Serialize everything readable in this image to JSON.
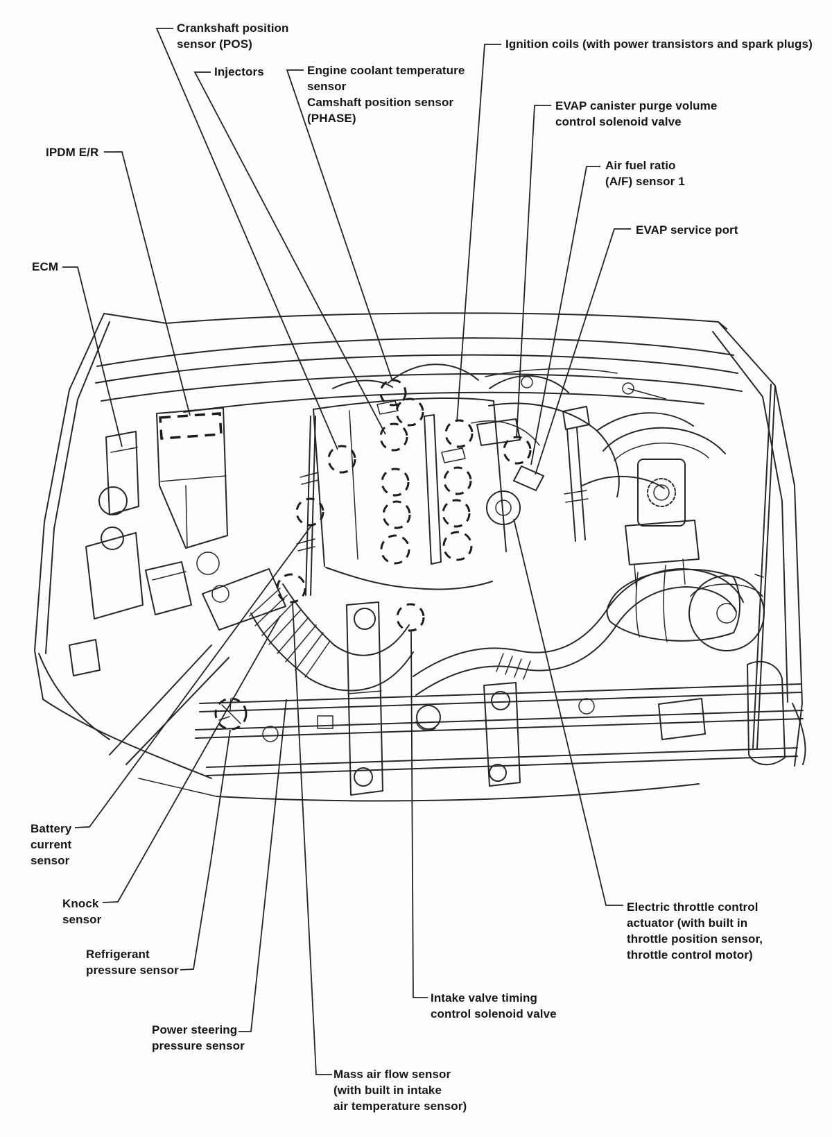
{
  "figure": {
    "background": "#ffffff",
    "line_color": "#262626",
    "callout_style": "dashed"
  },
  "labels": {
    "crankshaft_pos": {
      "lines": [
        "Crankshaft position",
        "sensor (POS)"
      ]
    },
    "injectors": {
      "lines": [
        "Injectors"
      ]
    },
    "ect_cam": {
      "lines": [
        "Engine coolant temperature",
        "sensor",
        "Camshaft position sensor",
        "(PHASE)"
      ]
    },
    "ignition_coils": {
      "lines": [
        "Ignition coils (with power transistors and spark plugs)"
      ]
    },
    "evap_purge": {
      "lines": [
        "EVAP canister purge volume",
        "control solenoid valve"
      ]
    },
    "af_sensor": {
      "lines": [
        "Air fuel ratio",
        "(A/F) sensor 1"
      ]
    },
    "evap_service": {
      "lines": [
        "EVAP service port"
      ]
    },
    "ipdm": {
      "lines": [
        "IPDM E/R"
      ]
    },
    "ecm": {
      "lines": [
        "ECM"
      ]
    },
    "battery_current": {
      "lines": [
        "Battery",
        "current",
        "sensor"
      ]
    },
    "knock": {
      "lines": [
        "Knock",
        "sensor"
      ]
    },
    "refrigerant": {
      "lines": [
        "Refrigerant",
        "pressure sensor"
      ]
    },
    "power_steering": {
      "lines": [
        "Power steering",
        "pressure sensor"
      ]
    },
    "maf": {
      "lines": [
        "Mass air flow sensor",
        "(with built in intake",
        "air temperature sensor)"
      ]
    },
    "intake_valve_timing": {
      "lines": [
        "Intake valve timing",
        "control solenoid valve"
      ]
    },
    "electric_throttle": {
      "lines": [
        "Electric throttle control",
        "actuator (with built in",
        "throttle position sensor,",
        "throttle control motor)"
      ]
    }
  }
}
